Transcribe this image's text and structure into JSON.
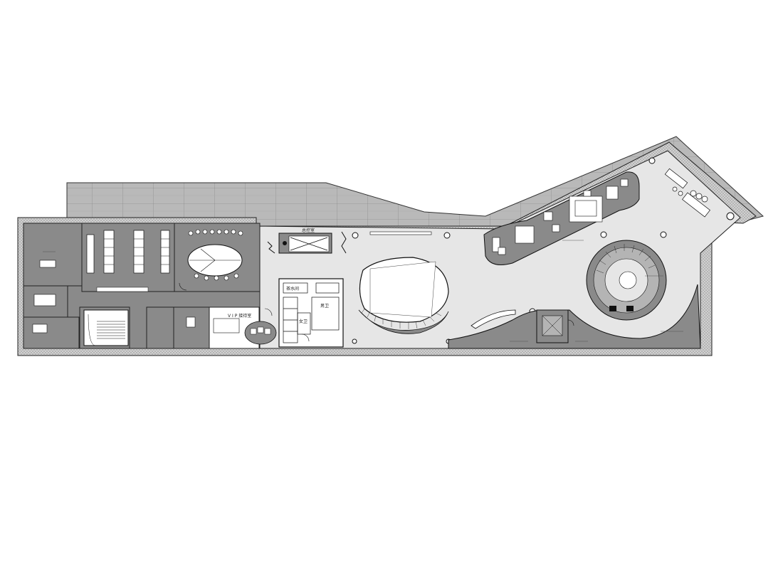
{
  "labels": {
    "water_room": "茶水间",
    "male_wc": "男卫",
    "female_wc": "女卫",
    "vip_room": "V I P 接待室",
    "top_room": "总控室"
  },
  "colors": {
    "background": "#ffffff",
    "dark_fill": "#8a8a8a",
    "light_fill": "#e6e6e6",
    "mid_fill": "#b4b4b4",
    "line": "#111111"
  }
}
